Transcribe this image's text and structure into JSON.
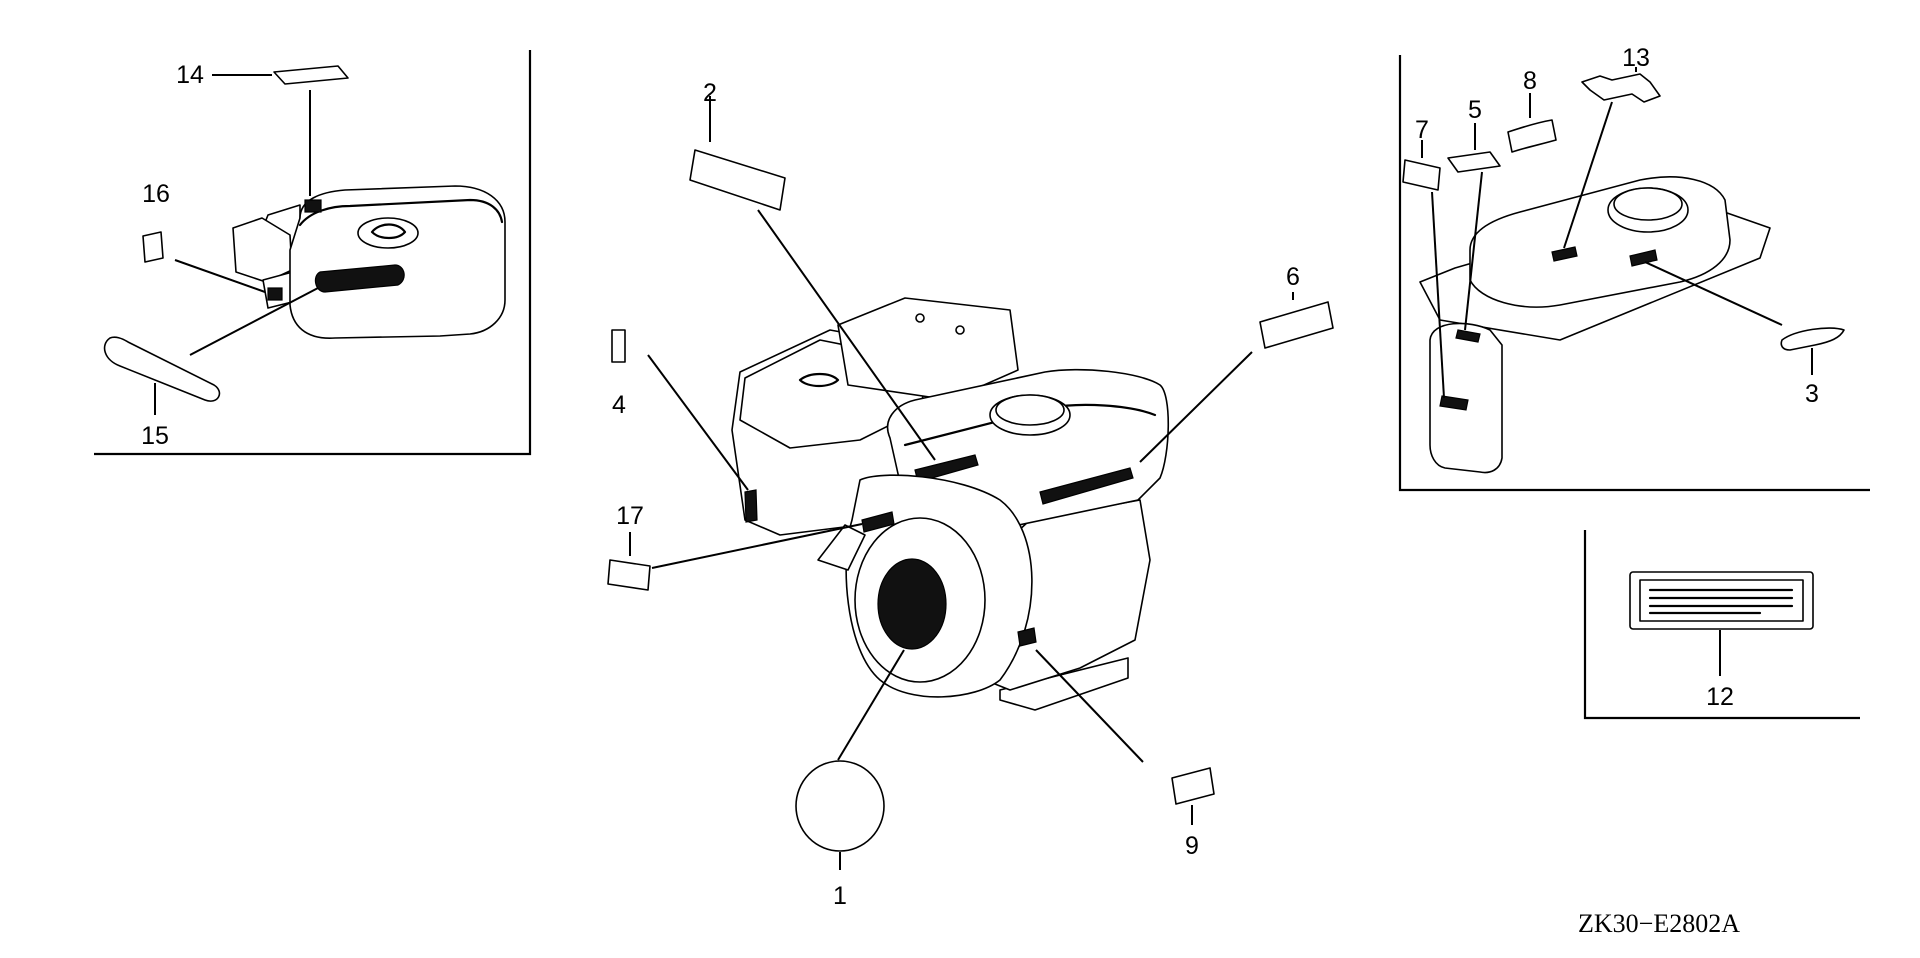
{
  "callouts": {
    "c1": "1",
    "c2": "2",
    "c3": "3",
    "c4": "4",
    "c5": "5",
    "c6": "6",
    "c7": "7",
    "c8": "8",
    "c9": "9",
    "c12": "12",
    "c13": "13",
    "c14": "14",
    "c15": "15",
    "c16": "16",
    "c17": "17"
  },
  "drawing_code": "ZK30−E2802A"
}
